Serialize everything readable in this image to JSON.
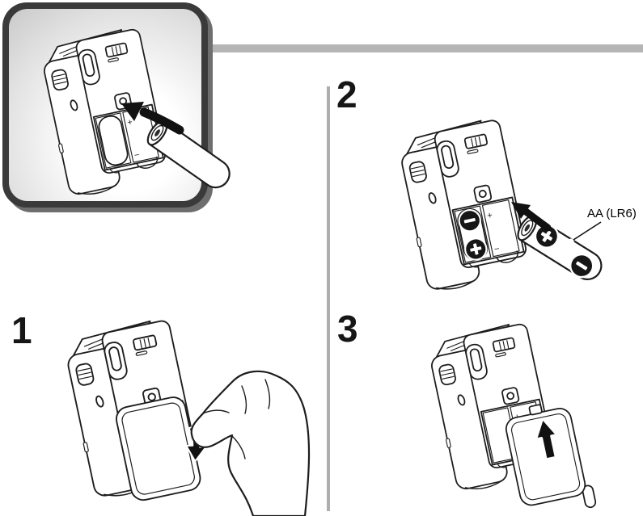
{
  "hero_callout": {
    "shows": "battery-insertion-enlarged-view"
  },
  "steps": [
    {
      "number": "1"
    },
    {
      "number": "2",
      "battery_label": "AA (LR6)"
    },
    {
      "number": "3"
    }
  ],
  "battery_compartment_marks": {
    "plus": "+",
    "minus": "−"
  },
  "colors": {
    "callout_frame": "#3a3a3a",
    "callout_shadow": "#6e6e6e",
    "separator_gray": "#b5b5b5",
    "line_art": "#1d1d1d",
    "battery_gray": "#a3a3a3",
    "cover_gray": "#9d9d9d",
    "polarity_symbol_bg": "#161616"
  }
}
